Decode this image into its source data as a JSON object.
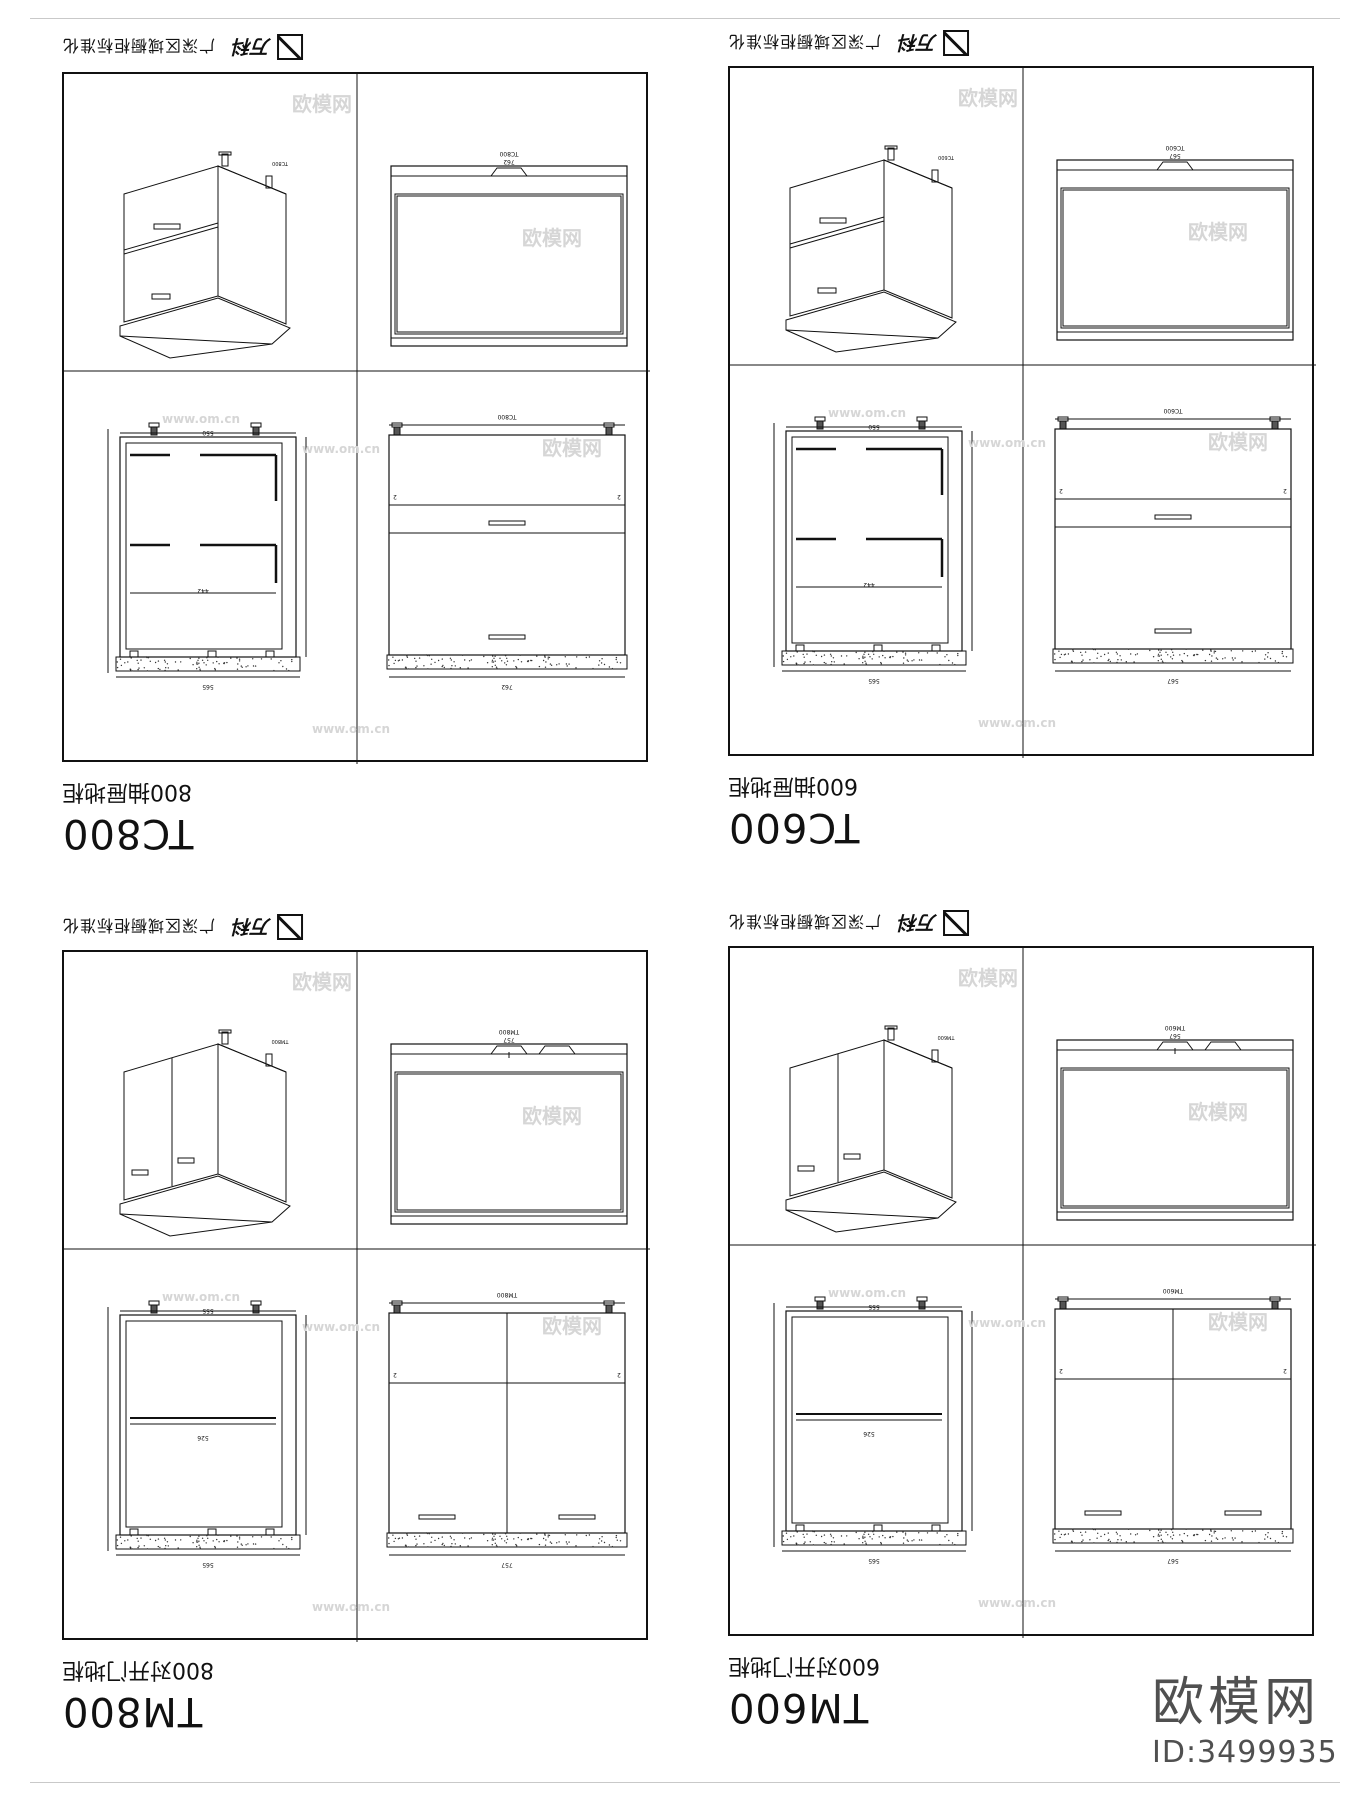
{
  "sheets": [
    {
      "id": "tc800",
      "header": {
        "brand": "万科",
        "subtitle": "广深区域橱柜标准化"
      },
      "caption_name": "800抽屉地柜",
      "caption_code": "TC800",
      "type": "drawer",
      "dims": {
        "depth": "565",
        "inner": "550",
        "drawer": "442",
        "top_label": "TC800",
        "front_width": "762"
      }
    },
    {
      "id": "tc600",
      "header": {
        "brand": "万科",
        "subtitle": "广深区域橱柜标准化"
      },
      "caption_name": "600抽屉地柜",
      "caption_code": "TC600",
      "type": "drawer",
      "dims": {
        "depth": "565",
        "inner": "550",
        "drawer": "442",
        "top_label": "TC600",
        "front_width": "567"
      }
    },
    {
      "id": "tm800",
      "header": {
        "brand": "万科",
        "subtitle": "广深区域橱柜标准化"
      },
      "caption_name": "800对开门地柜",
      "caption_code": "TM800",
      "type": "door",
      "dims": {
        "depth": "565",
        "inner": "555",
        "drawer": "526",
        "top_label": "TM800",
        "front_width": "757"
      }
    },
    {
      "id": "tm600",
      "header": {
        "brand": "万科",
        "subtitle": "广深区域橱柜标准化"
      },
      "caption_name": "600对开门地柜",
      "caption_code": "TM600",
      "type": "door",
      "dims": {
        "depth": "565",
        "inner": "555",
        "drawer": "526",
        "top_label": "TM600",
        "front_width": "567"
      }
    }
  ],
  "watermark": {
    "site": "欧模网",
    "url": "www.om.cn",
    "id_label": "ID:3499935"
  },
  "colors": {
    "ink": "#111111",
    "watermark": "#d6d6d6",
    "site_mark": "#505050"
  }
}
